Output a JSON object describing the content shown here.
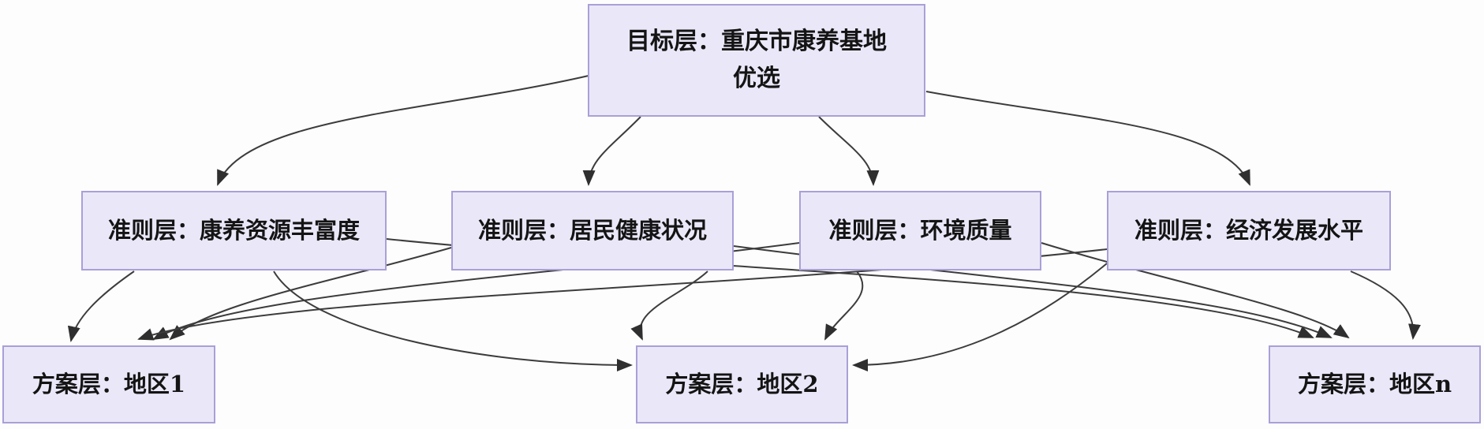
{
  "diagram": {
    "type": "hierarchy-flowchart",
    "goal": {
      "label": "目标层：重庆市康养基地优选"
    },
    "criteria": [
      {
        "label": "准则层：康养资源丰富度"
      },
      {
        "label": "准则层：居民健康状况"
      },
      {
        "label": "准则层：环境质量"
      },
      {
        "label": "准则层：经济发展水平"
      }
    ],
    "alternatives": [
      {
        "label": "方案层：地区1"
      },
      {
        "label": "方案层：地区2"
      },
      {
        "label": "方案层：地区n"
      }
    ],
    "edges": [
      {
        "from": "goal",
        "to": "criteria-1"
      },
      {
        "from": "goal",
        "to": "criteria-2"
      },
      {
        "from": "goal",
        "to": "criteria-3"
      },
      {
        "from": "goal",
        "to": "criteria-4"
      },
      {
        "from": "criteria-1",
        "to": "alt-1"
      },
      {
        "from": "criteria-1",
        "to": "alt-2"
      },
      {
        "from": "criteria-1",
        "to": "alt-3"
      },
      {
        "from": "criteria-2",
        "to": "alt-1"
      },
      {
        "from": "criteria-2",
        "to": "alt-2"
      },
      {
        "from": "criteria-2",
        "to": "alt-3"
      },
      {
        "from": "criteria-3",
        "to": "alt-1"
      },
      {
        "from": "criteria-3",
        "to": "alt-2"
      },
      {
        "from": "criteria-3",
        "to": "alt-3"
      },
      {
        "from": "criteria-4",
        "to": "alt-1"
      },
      {
        "from": "criteria-4",
        "to": "alt-2"
      },
      {
        "from": "criteria-4",
        "to": "alt-3"
      }
    ],
    "colors": {
      "node_fill": "#eae8f8",
      "node_border": "#a9a0d8",
      "edge_line": "#3c3c3c",
      "arrowhead": "#2f2f2f",
      "text": "#141414",
      "background": "#fdfdfd"
    }
  }
}
